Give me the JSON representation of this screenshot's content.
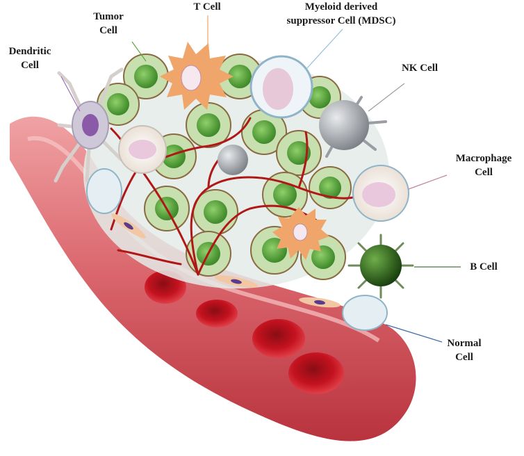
{
  "labels": {
    "dendritic": {
      "line1": "Dendritic",
      "line2": "Cell"
    },
    "tumor": {
      "line1": "Tumor",
      "line2": "Cell"
    },
    "tcell": {
      "line1": "T Cell"
    },
    "mdsc": {
      "line1": "Myeloid  derived",
      "line2": "suppressor Cell (MDSC)"
    },
    "nk": {
      "line1": "NK  Cell"
    },
    "macrophage": {
      "line1": "Macrophage",
      "line2": "Cell"
    },
    "bcell": {
      "line1": "B Cell"
    },
    "normal": {
      "line1": "Normal",
      "line2": "Cell"
    }
  },
  "colors": {
    "vessel": "#d9646b",
    "vessel_dark": "#b8333e",
    "red_blood_cell": "#c4121f",
    "tumor_cell": "#5aa83c",
    "tumor_halo": "#c8dfb0",
    "t_cell": "#f0a56a",
    "nk_cell": "#9a9ea4",
    "b_cell": "#2f6b1e",
    "macrophage": "#f3eee8",
    "blood_capillary": "#b01818"
  }
}
